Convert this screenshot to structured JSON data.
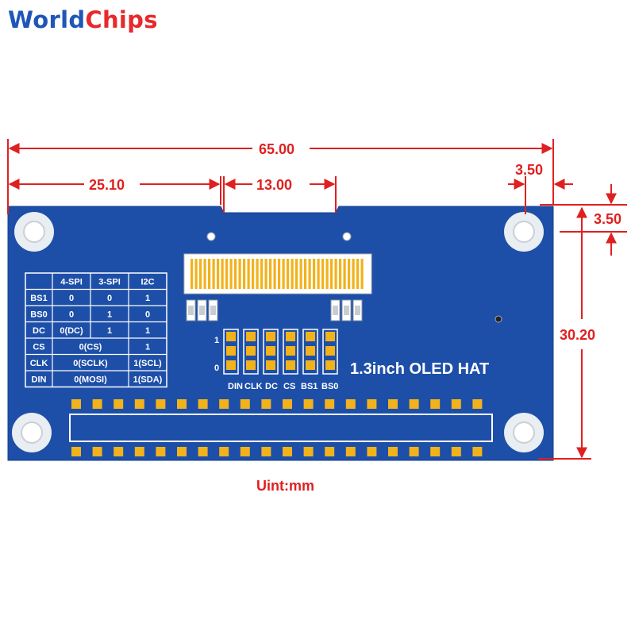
{
  "brand": {
    "part1": "World",
    "part2": "Chips"
  },
  "dimensions": {
    "width": "65.00",
    "left_offset": "25.10",
    "display_width": "13.00",
    "hole_x": "3.50",
    "hole_y": "3.50",
    "height": "30.20"
  },
  "board": {
    "title": "1.3inch OLED HAT",
    "jumper_labels": [
      "DIN",
      "CLK",
      "DC",
      "CS",
      "BS1",
      "BS0"
    ],
    "jumper_row_top": "1",
    "jumper_row_bottom": "0"
  },
  "config_table": {
    "headers": [
      "",
      "4-SPI",
      "3-SPI",
      "I2C"
    ],
    "rows": [
      {
        "name": "BS1",
        "cells": [
          "0",
          "0",
          "1"
        ]
      },
      {
        "name": "BS0",
        "cells": [
          "0",
          "1",
          "0"
        ]
      },
      {
        "name": "DC",
        "cells": [
          "0(DC)",
          "1",
          "1"
        ]
      },
      {
        "name": "CS",
        "cells": [
          "0(CS)",
          "1"
        ]
      },
      {
        "name": "CLK",
        "cells": [
          "0(SCLK)",
          "1(SCL)"
        ]
      },
      {
        "name": "DIN",
        "cells": [
          "0(MOSI)",
          "1(SDA)"
        ]
      }
    ]
  },
  "unit_label": "Uint:mm",
  "colors": {
    "board": "#1d4fa8",
    "pad": "#f2b21b",
    "dimension": "#e02020"
  }
}
